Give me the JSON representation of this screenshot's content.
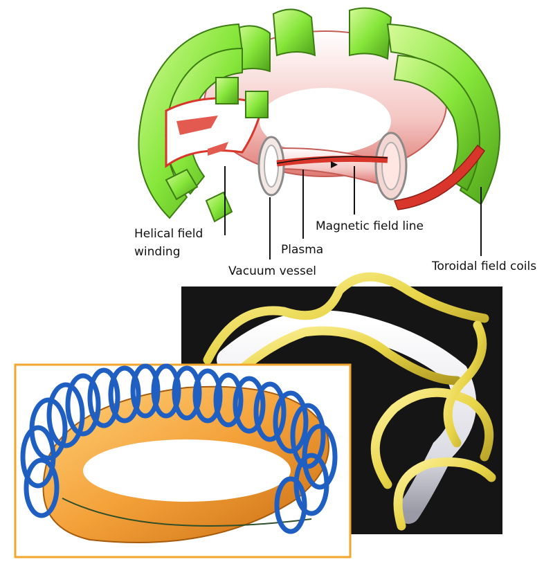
{
  "labels": {
    "helical_line1": "Helical field",
    "helical_line2": "winding",
    "magnetic": "Magnetic field line",
    "plasma": "Plasma",
    "vacuum": "Vacuum vessel",
    "toroidal": "Toroidal field coils"
  },
  "colors": {
    "coil_green": "#86e63a",
    "coil_green_light": "#c6f58a",
    "coil_green_dark": "#4ea11a",
    "vessel_pink": "#f2b8b5",
    "vessel_red": "#d9362b",
    "helix_yellow": "#e8d548",
    "plasma_white": "#e9e9ee",
    "dark_background": "#151515",
    "blue_coils": "#1f5fc2",
    "orange_plasma": "#f4a13a",
    "panel_border": "#f2a62b"
  },
  "icons": {
    "top": "tokamak-cutaway-illustration",
    "middle": "helical-coil-render",
    "bottom": "stellarator-coil-render"
  }
}
